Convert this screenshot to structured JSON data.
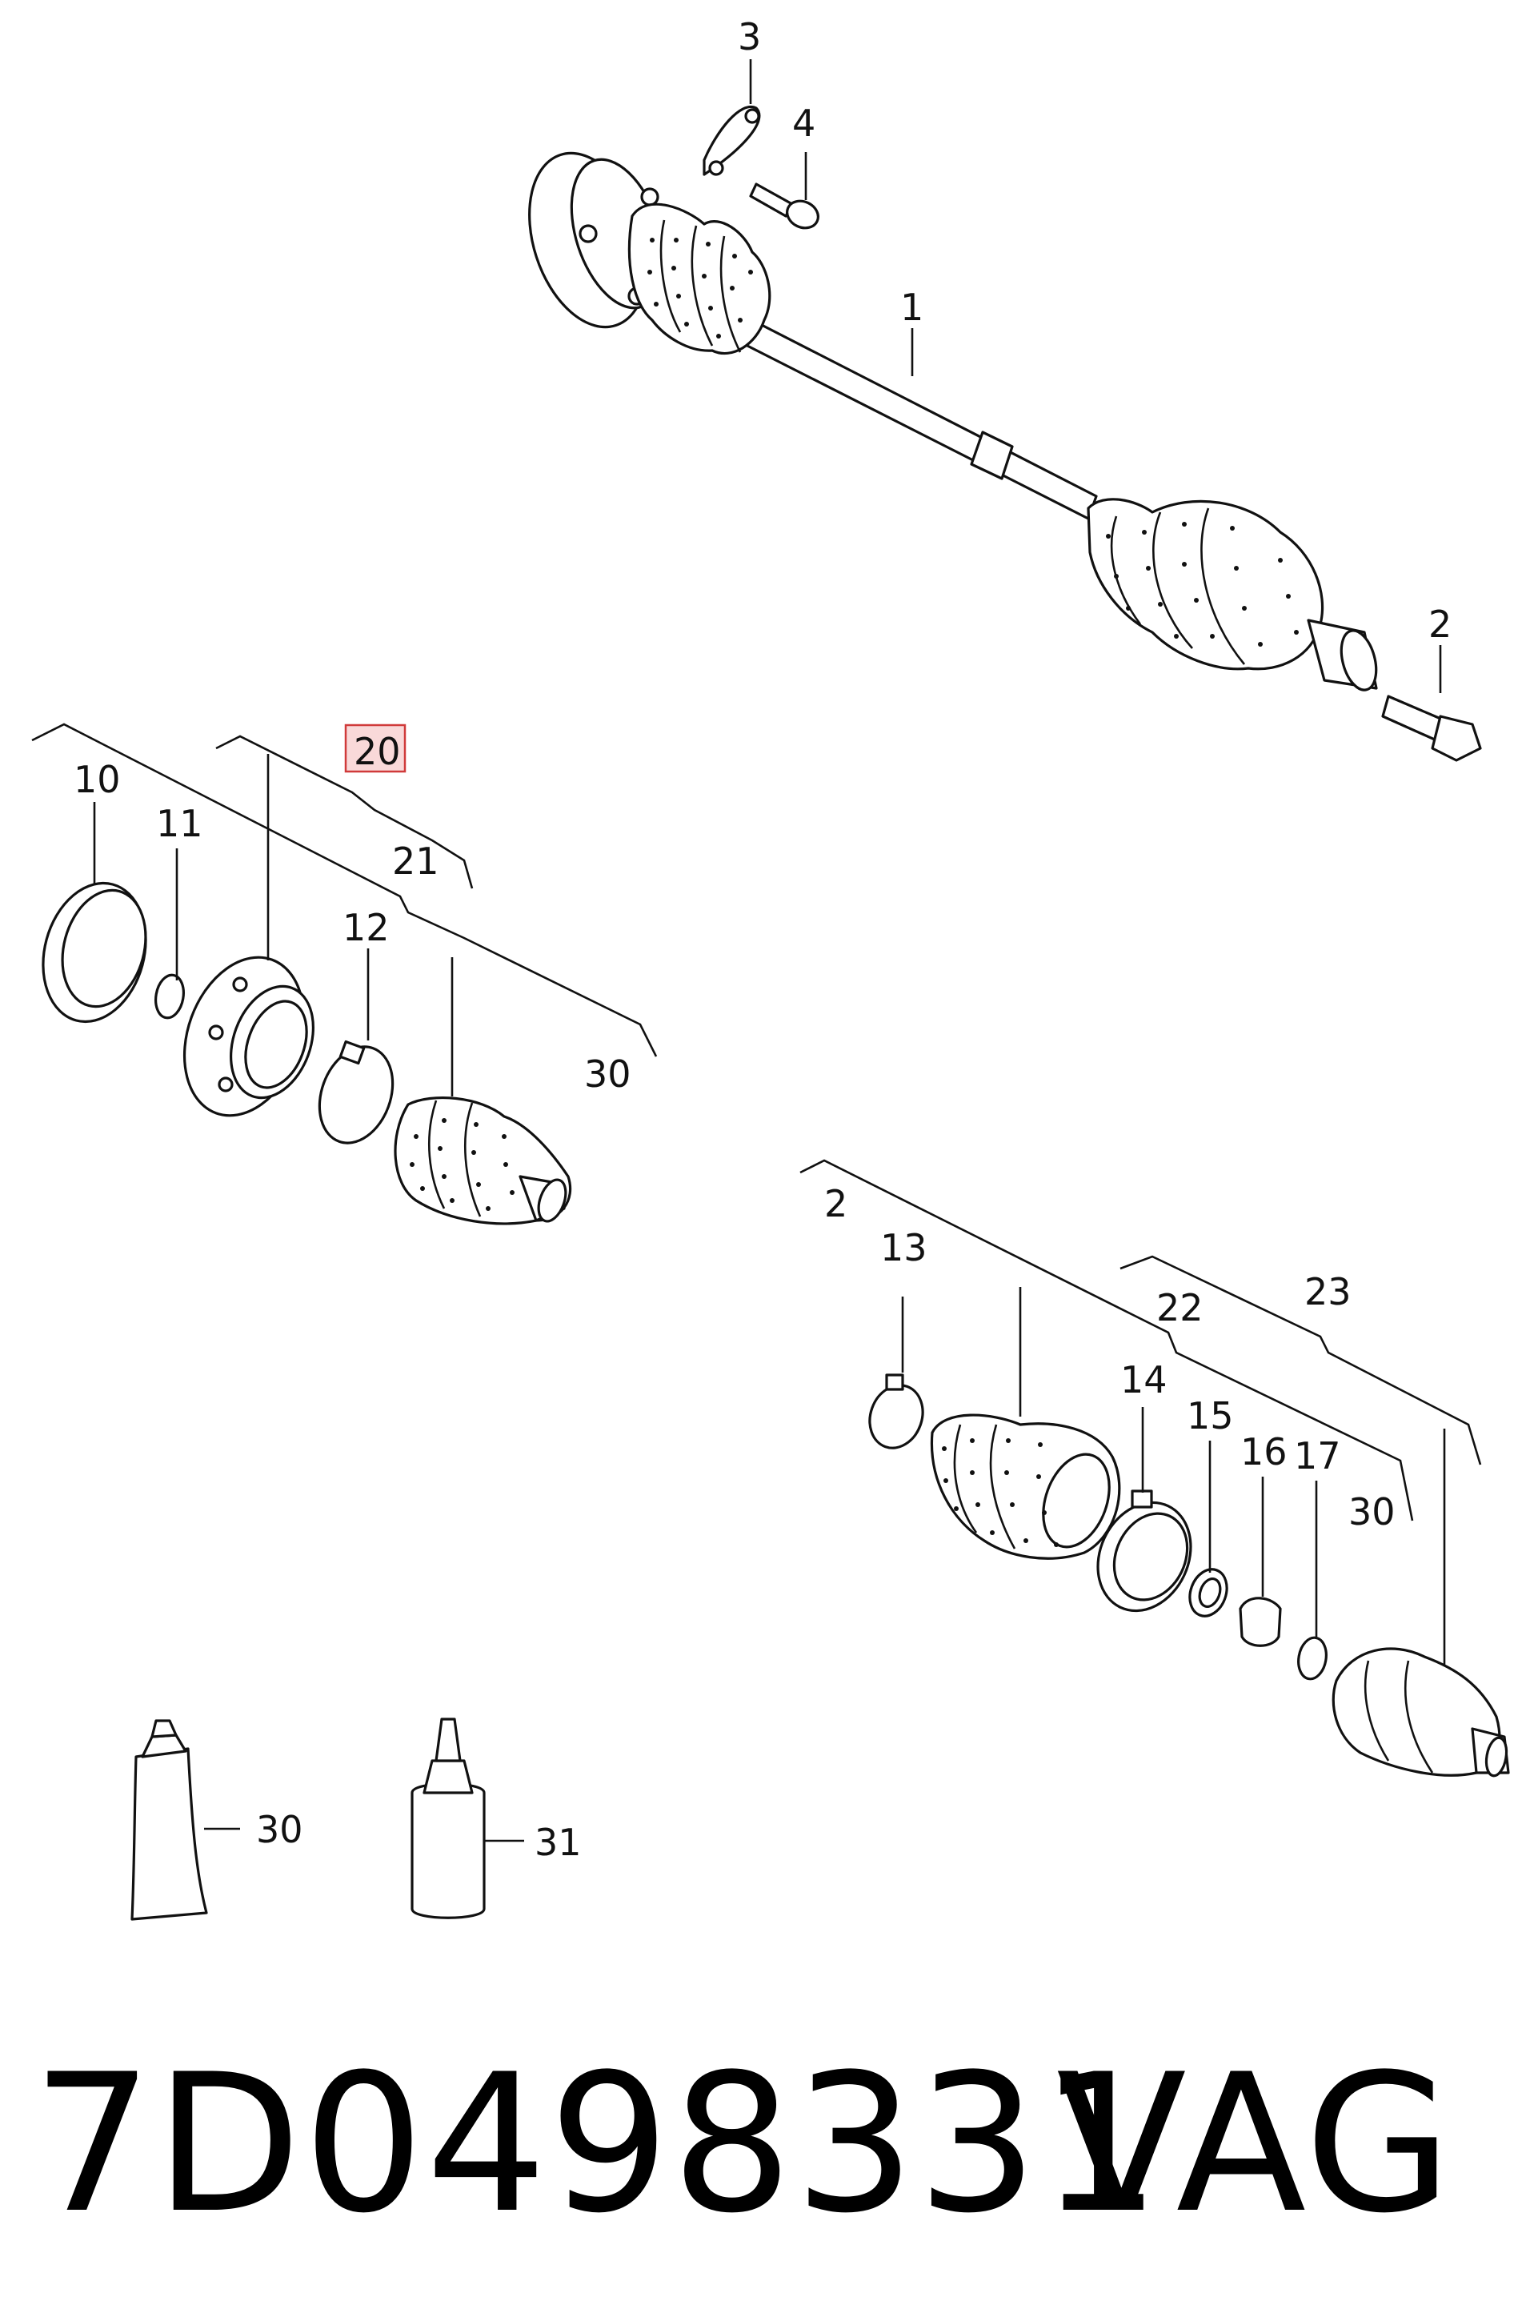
{
  "callouts": {
    "c1": "1",
    "c2a": "2",
    "c2b": "2",
    "c3": "3",
    "c4": "4",
    "c10": "10",
    "c11": "11",
    "c12": "12",
    "c13": "13",
    "c14": "14",
    "c15": "15",
    "c16": "16",
    "c17": "17",
    "c20": "20",
    "c21": "21",
    "c22": "22",
    "c23": "23",
    "c30a": "30",
    "c30b": "30",
    "c30c": "30",
    "c31": "31"
  },
  "footer": {
    "part_number": "7D0498331",
    "manufacturer": "VAG"
  },
  "colors": {
    "highlight_fill": "#f9d9d9",
    "highlight_stroke": "#d03a3a",
    "ink": "#111111"
  }
}
